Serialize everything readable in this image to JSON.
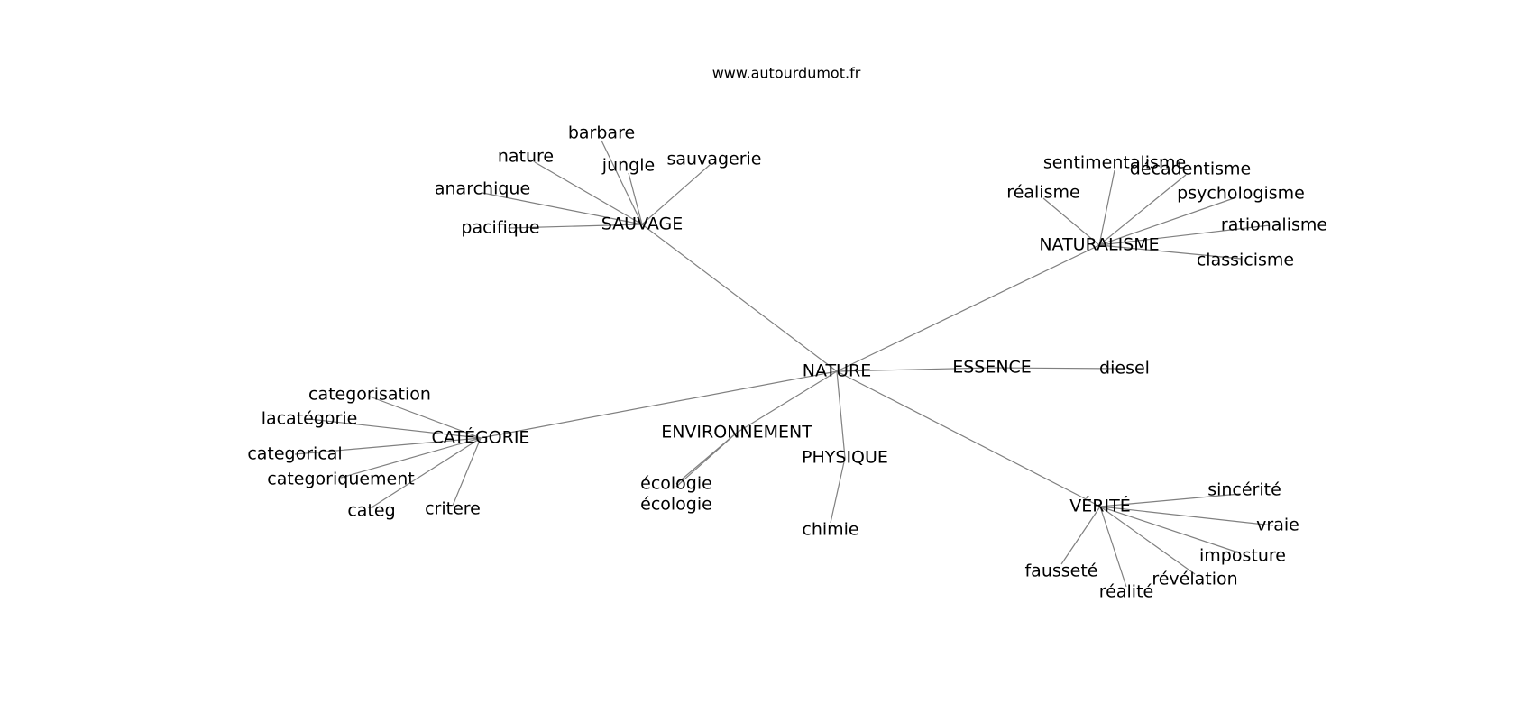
{
  "source": "www.autourdumot.fr",
  "nodes": [
    {
      "id": "nature_center",
      "label": "NATURE"
    },
    {
      "id": "sauvage",
      "label": "SAUVAGE"
    },
    {
      "id": "naturalisme",
      "label": "NATURALISME"
    },
    {
      "id": "essence",
      "label": "ESSENCE"
    },
    {
      "id": "categorie",
      "label": "CATÉGORIE"
    },
    {
      "id": "environnement",
      "label": "ENVIRONNEMENT"
    },
    {
      "id": "physique",
      "label": "PHYSIQUE"
    },
    {
      "id": "verite",
      "label": "VÉRITÉ"
    },
    {
      "id": "barbare",
      "label": "barbare"
    },
    {
      "id": "nature_leaf",
      "label": "nature"
    },
    {
      "id": "jungle",
      "label": "jungle"
    },
    {
      "id": "sauvagerie",
      "label": "sauvagerie"
    },
    {
      "id": "anarchique",
      "label": "anarchique"
    },
    {
      "id": "pacifique",
      "label": "pacifique"
    },
    {
      "id": "sentimentalisme",
      "label": "sentimentalisme"
    },
    {
      "id": "decadentisme",
      "label": "décadentisme"
    },
    {
      "id": "realisme",
      "label": "réalisme"
    },
    {
      "id": "psychologisme",
      "label": "psychologisme"
    },
    {
      "id": "rationalisme",
      "label": "rationalisme"
    },
    {
      "id": "classicisme",
      "label": "classicisme"
    },
    {
      "id": "diesel",
      "label": "diesel"
    },
    {
      "id": "categorisation",
      "label": "categorisation"
    },
    {
      "id": "lacategorie",
      "label": "lacatégorie"
    },
    {
      "id": "categorical",
      "label": "categorical"
    },
    {
      "id": "categoriquement",
      "label": "categoriquement"
    },
    {
      "id": "categ",
      "label": "categ"
    },
    {
      "id": "critere",
      "label": "critere"
    },
    {
      "id": "ecologie1",
      "label": "écologie"
    },
    {
      "id": "ecologie2",
      "label": "écologie"
    },
    {
      "id": "chimie",
      "label": "chimie"
    },
    {
      "id": "sincerite",
      "label": "sincérité"
    },
    {
      "id": "vraie",
      "label": "vraie"
    },
    {
      "id": "imposture",
      "label": "imposture"
    },
    {
      "id": "revelation",
      "label": "révélation"
    },
    {
      "id": "realite",
      "label": "réalité"
    },
    {
      "id": "faussete",
      "label": "fausseté"
    }
  ],
  "edges": [
    [
      "nature_center",
      "sauvage"
    ],
    [
      "nature_center",
      "naturalisme"
    ],
    [
      "nature_center",
      "essence"
    ],
    [
      "nature_center",
      "categorie"
    ],
    [
      "nature_center",
      "environnement"
    ],
    [
      "nature_center",
      "physique"
    ],
    [
      "nature_center",
      "verite"
    ],
    [
      "sauvage",
      "barbare"
    ],
    [
      "sauvage",
      "nature_leaf"
    ],
    [
      "sauvage",
      "jungle"
    ],
    [
      "sauvage",
      "sauvagerie"
    ],
    [
      "sauvage",
      "anarchique"
    ],
    [
      "sauvage",
      "pacifique"
    ],
    [
      "naturalisme",
      "sentimentalisme"
    ],
    [
      "naturalisme",
      "decadentisme"
    ],
    [
      "naturalisme",
      "realisme"
    ],
    [
      "naturalisme",
      "psychologisme"
    ],
    [
      "naturalisme",
      "rationalisme"
    ],
    [
      "naturalisme",
      "classicisme"
    ],
    [
      "essence",
      "diesel"
    ],
    [
      "categorie",
      "categorisation"
    ],
    [
      "categorie",
      "lacategorie"
    ],
    [
      "categorie",
      "categorical"
    ],
    [
      "categorie",
      "categoriquement"
    ],
    [
      "categorie",
      "categ"
    ],
    [
      "categorie",
      "critere"
    ],
    [
      "environnement",
      "ecologie1"
    ],
    [
      "environnement",
      "ecologie2"
    ],
    [
      "physique",
      "chimie"
    ],
    [
      "verite",
      "sincerite"
    ],
    [
      "verite",
      "vraie"
    ],
    [
      "verite",
      "imposture"
    ],
    [
      "verite",
      "revelation"
    ],
    [
      "verite",
      "realite"
    ],
    [
      "verite",
      "faussete"
    ]
  ]
}
